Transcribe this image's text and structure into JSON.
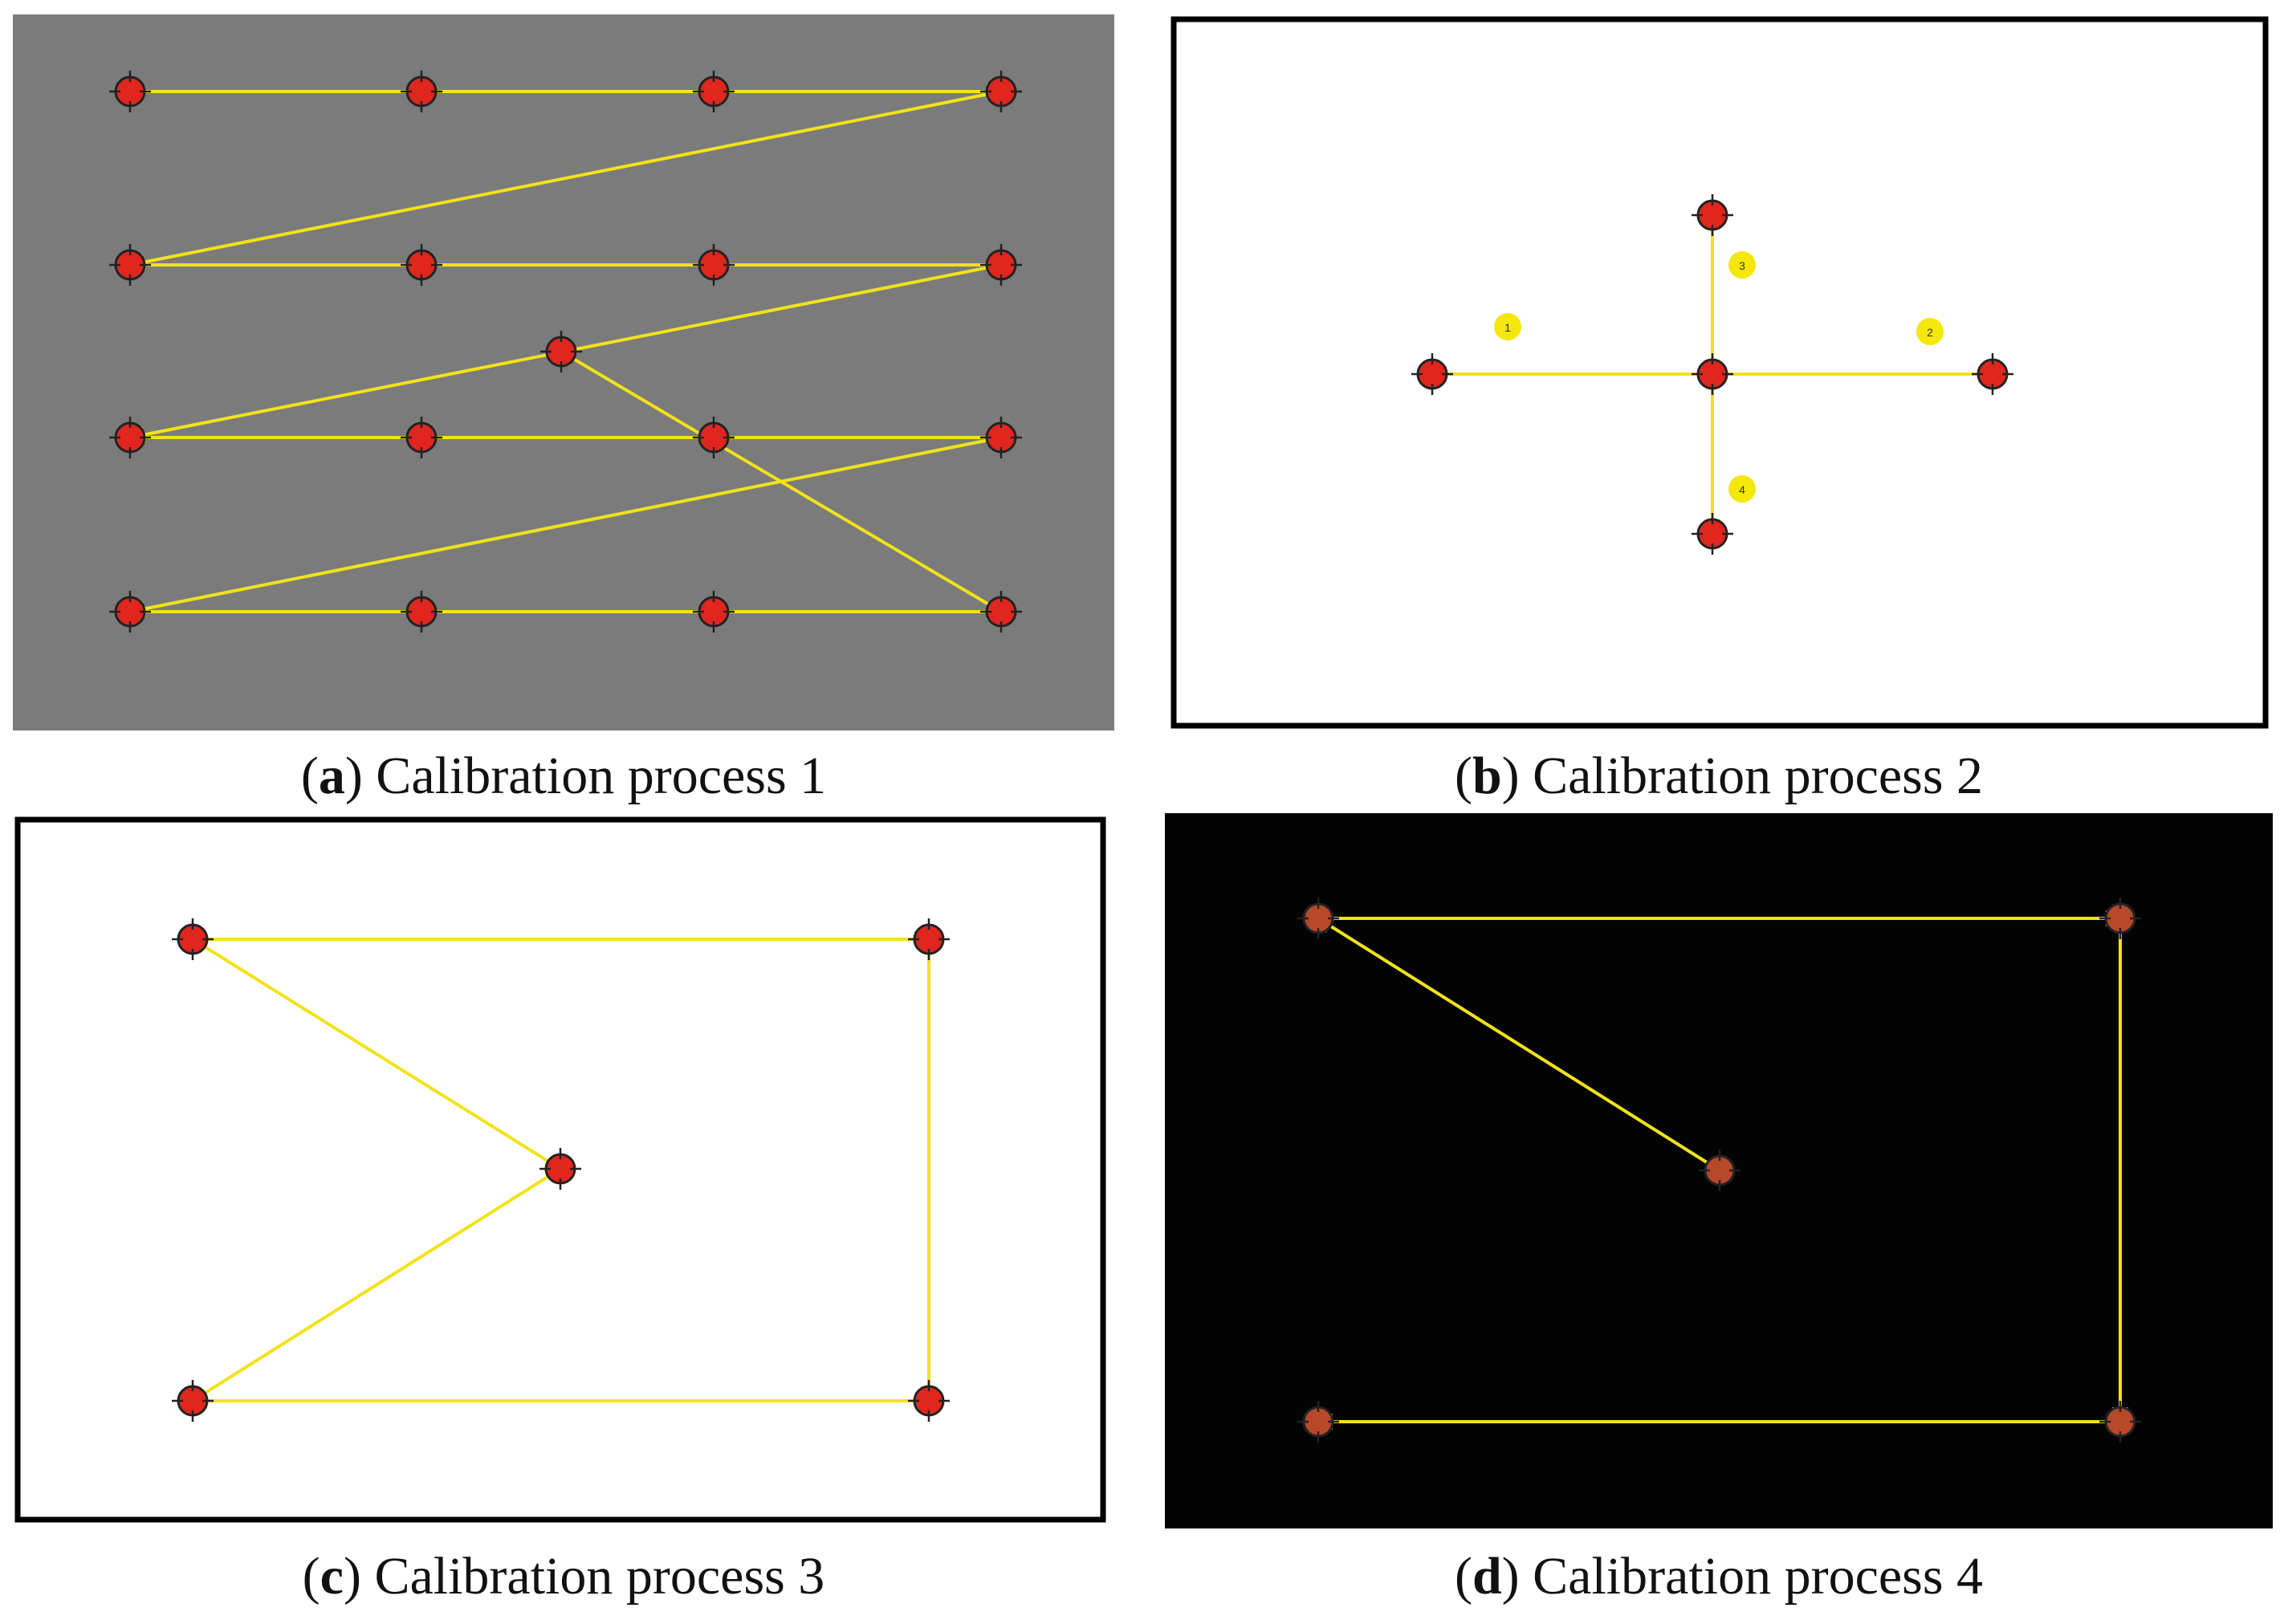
{
  "panels": [
    {
      "id": "a",
      "letter": "a",
      "caption": "Calibration process 1",
      "background": "#7b7b7b",
      "border": false,
      "targets": [
        {
          "id": "r1c1"
        },
        {
          "id": "r1c2"
        },
        {
          "id": "r1c3"
        },
        {
          "id": "r1c4"
        },
        {
          "id": "r2c1"
        },
        {
          "id": "r2c2"
        },
        {
          "id": "r2c3"
        },
        {
          "id": "r2c4"
        },
        {
          "id": "mid"
        },
        {
          "id": "r3c1"
        },
        {
          "id": "r3c2"
        },
        {
          "id": "r3c3"
        },
        {
          "id": "r3c4"
        },
        {
          "id": "r4c1"
        },
        {
          "id": "r4c2"
        },
        {
          "id": "r4c3"
        },
        {
          "id": "r4c4"
        }
      ],
      "path": [
        "r1c1",
        "r1c4",
        "r2c1",
        "r2c4",
        "r3c1",
        "r3c4",
        "r4c1",
        "r4c4",
        "mid"
      ],
      "step_labels": []
    },
    {
      "id": "b",
      "letter": "b",
      "caption": "Calibration process 2",
      "background": "#ffffff",
      "border": true,
      "targets": [
        {
          "id": "top"
        },
        {
          "id": "left"
        },
        {
          "id": "center"
        },
        {
          "id": "right"
        },
        {
          "id": "bottom"
        }
      ],
      "path": [],
      "segments": [
        [
          "center",
          "left"
        ],
        [
          "center",
          "right"
        ],
        [
          "center",
          "top"
        ],
        [
          "center",
          "bottom"
        ]
      ],
      "step_labels": [
        "1",
        "2",
        "3",
        "4"
      ]
    },
    {
      "id": "c",
      "letter": "c",
      "caption": "Calibration process 3",
      "background": "#ffffff",
      "border": true,
      "targets": [
        {
          "id": "tl"
        },
        {
          "id": "tr"
        },
        {
          "id": "center"
        },
        {
          "id": "bl"
        },
        {
          "id": "br"
        }
      ],
      "path": [
        "center",
        "tl",
        "tr",
        "br",
        "bl",
        "center"
      ],
      "step_labels": []
    },
    {
      "id": "d",
      "letter": "d",
      "caption": "Calibration process 4",
      "background": "#030303",
      "border": false,
      "targets": [
        {
          "id": "tl"
        },
        {
          "id": "tr"
        },
        {
          "id": "center"
        },
        {
          "id": "bl"
        },
        {
          "id": "br"
        }
      ],
      "path": [
        "center",
        "tl",
        "tr",
        "br",
        "bl"
      ],
      "step_labels": []
    }
  ],
  "colors": {
    "path_line": "#f2e21a",
    "target_fill": "#e0261e",
    "target_fill_dark": "#b8482a",
    "target_ring": "#222222",
    "label_fill": "#f5e60c",
    "caption_text": "#111111"
  }
}
